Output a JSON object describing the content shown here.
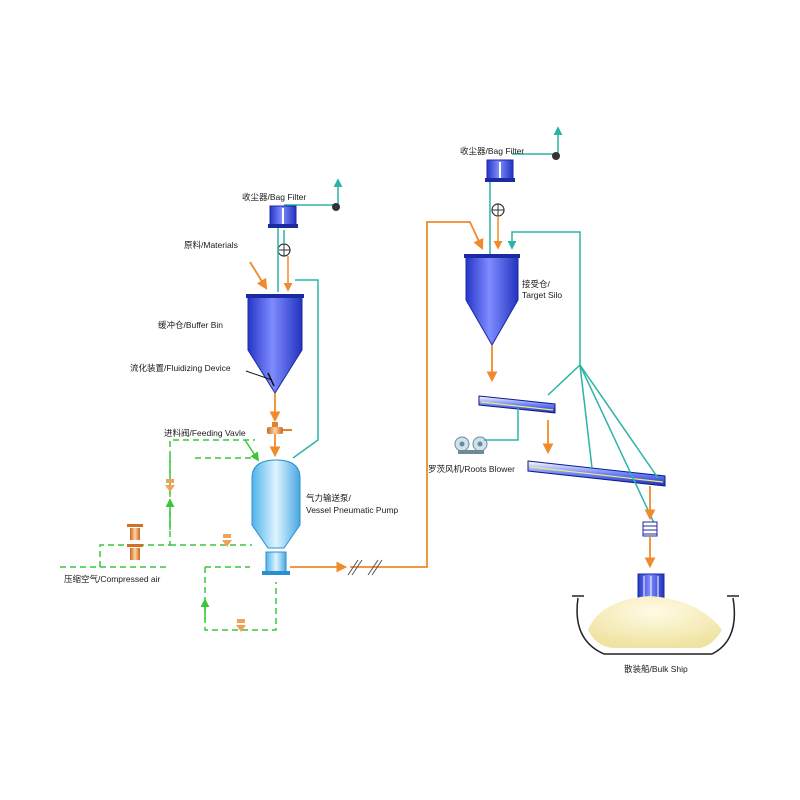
{
  "labels": {
    "bag_filter_left": "收尘器/Bag Filter",
    "materials": "原料/Materials",
    "buffer_bin": "缓冲仓/Buffer Bin",
    "fluidizing_device": "流化装置/Fluidizing Device",
    "feeding_valve": "进料阀/Feeding Vavle",
    "vessel_pump_line1": "气力输送泵/",
    "vessel_pump_line2": "Vessel Pneumatic Pump",
    "compressed_air": "压缩空气/Compressed air",
    "bag_filter_right": "收尘器/Bag Filter",
    "target_silo_line1": "接受仓/",
    "target_silo_line2": "Target Silo",
    "roots_blower": "罗茨风机/Roots Blower",
    "bulk_ship": "散装船/Bulk Ship"
  },
  "colors": {
    "material_flow": "#f08a2a",
    "air_flow": "#2bb3a8",
    "compressed_air_line": "#39c73a",
    "vessel_blue": "#3a4fe0",
    "pump_light_blue": "#7fd0f5",
    "cargo_sand": "#f3ecbd"
  }
}
